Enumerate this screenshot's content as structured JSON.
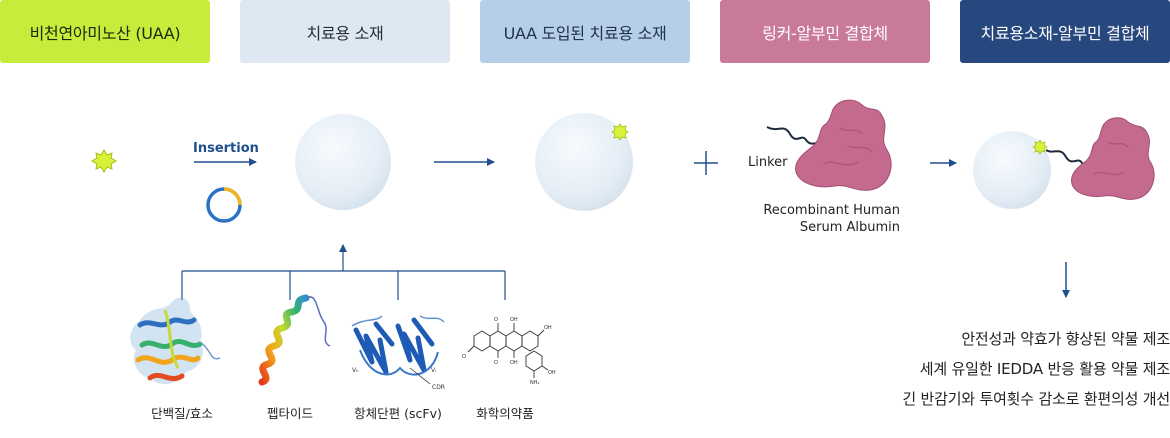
{
  "headers": [
    {
      "label": "비천연아미노산 (UAA)"
    },
    {
      "label": "치료용 소재"
    },
    {
      "label": "UAA 도입된 치료용 소재"
    },
    {
      "label": "링커-알부민 결합체"
    },
    {
      "label": "치료용소재-알부민 결합체"
    }
  ],
  "colors": {
    "uaa_header": "#c8ec3c",
    "material_header": "#dde8f2",
    "uaa_material_header": "#b5cfea",
    "linker_header": "#c9799a",
    "conjugate_header": "#27477f",
    "arrow": "#1f4f8f",
    "albumin": "#c46a8e",
    "uaa_star": "#d8f23a"
  },
  "labels": {
    "insertion": "Insertion",
    "linker": "Linker",
    "albumin_line1": "Recombinant Human",
    "albumin_line2": "Serum Albumin"
  },
  "materials": [
    {
      "label": "단백질/효소",
      "icon": "protein-structure-icon"
    },
    {
      "label": "펩타이드",
      "icon": "peptide-helix-icon"
    },
    {
      "label": "항체단편 (scFv)",
      "icon": "antibody-fragment-icon"
    },
    {
      "label": "화학의약품",
      "icon": "chemical-structure-icon"
    }
  ],
  "results": [
    "안전성과 약효가 향상된 약물 제조",
    "세계 유일한 IEDDA 반응 활용 약물 제조",
    "긴 반감기와 투여횟수 감소로 환편의성 개선"
  ]
}
